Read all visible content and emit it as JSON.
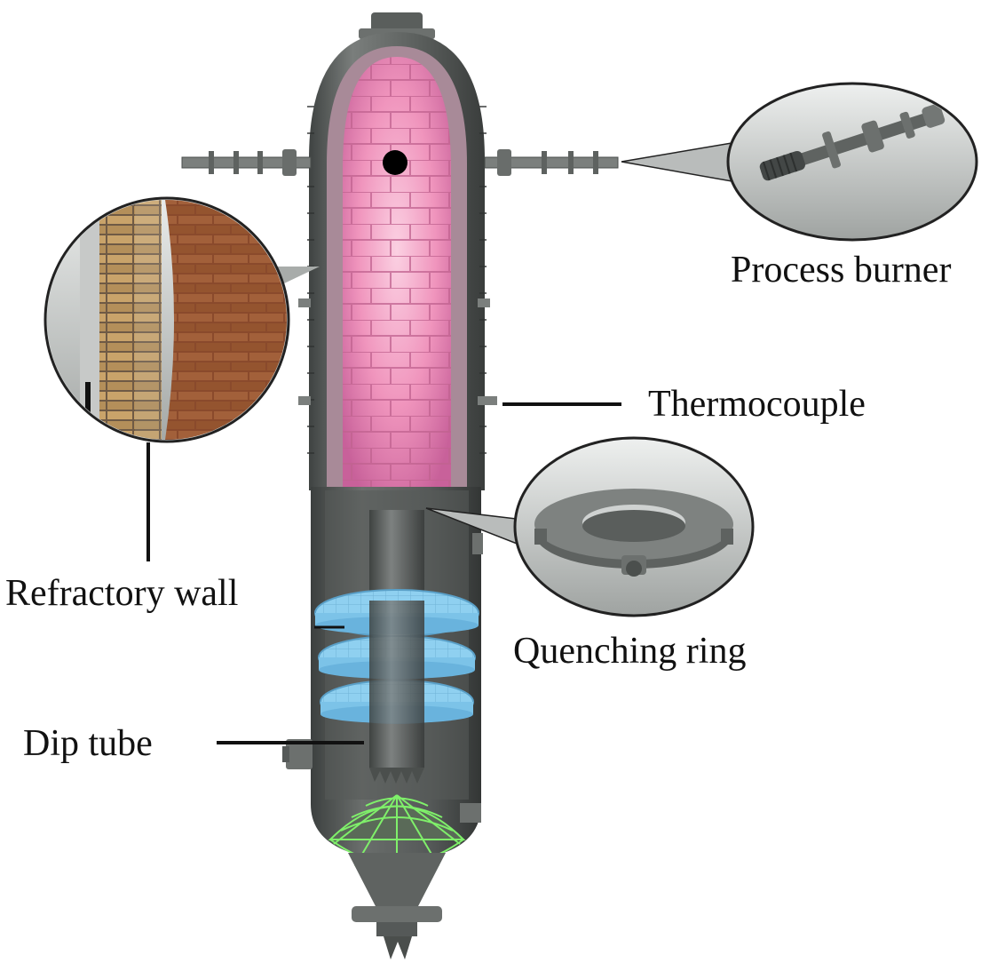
{
  "labels": {
    "process_burner": "Process burner",
    "thermocouple": "Thermocouple",
    "refractory_wall": "Refractory wall",
    "quenching_ring": "Quenching ring",
    "dip_tube": "Dip tube"
  },
  "colors": {
    "refractory_hot": "#f08cb8",
    "refractory_edge": "#b45a86",
    "vessel_metal": "#6f7371",
    "vessel_dark": "#4a4e4c",
    "quench_water": "#8fd0f0",
    "cone_grid": "#7ff06a",
    "brick_brown": "#8a4a2c",
    "callout_bg": "#c9cccb",
    "leader": "#111111"
  },
  "icons": {
    "burner": "burner-icon",
    "quench_ring": "ring-icon",
    "brick_detail": "brick-wall-icon"
  }
}
